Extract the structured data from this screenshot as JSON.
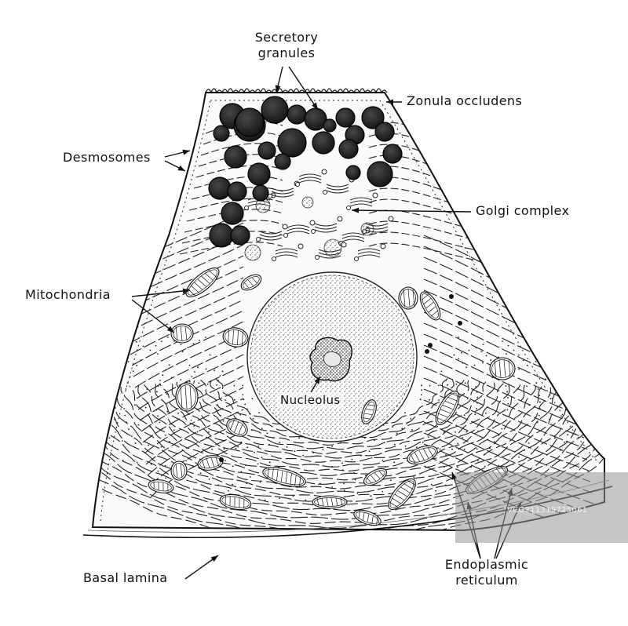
{
  "labels": {
    "secretory_granules_1": "Secretory",
    "secretory_granules_2": "granules",
    "zonula_occludens": "Zonula occludens",
    "desmosomes": "Desmosomes",
    "golgi_complex": "Golgi complex",
    "mitochondria": "Mitochondria",
    "nucleolus": "Nucleolus",
    "basal_lamina": "Basal lamina",
    "endoplasmic_1": "Endoplasmic",
    "endoplasmic_2": "reticulum"
  },
  "watermark": {
    "text": "VCG211319725061"
  },
  "colors": {
    "ink": "#111111",
    "granule": "#2a2a2a",
    "nucleus_fill": "#d8d8d8"
  }
}
